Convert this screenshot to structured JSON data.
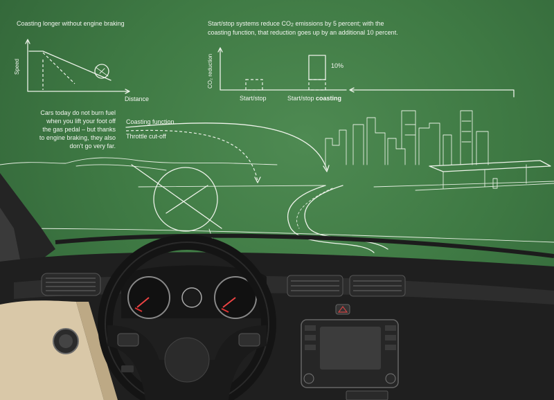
{
  "left_chart": {
    "title": "Coasting longer without engine braking",
    "y_label": "Speed",
    "x_label": "Distance"
  },
  "right_chart": {
    "headline_line1_a": "Start/stop systems reduce CO",
    "headline_sub": "2",
    "headline_line1_b": " emissions by 5 percent; with the",
    "headline_line2": "coasting function, that reduction goes up by an additional 10 percent.",
    "y_label": "CO₂ reduction",
    "bar_label_left": "Start/stop",
    "bar_label_right_a": "Start/stop ",
    "bar_label_right_b": "coasting",
    "percent_label": "10%"
  },
  "caption": {
    "line1": "Cars today do not burn fuel",
    "line2": "when you lift your foot off",
    "line3": "the gas pedal – but thanks",
    "line4": "to engine braking, they also",
    "line5": "don’t go very far."
  },
  "legend": {
    "coasting": "Coasting function",
    "throttle": "Throttle cut-off"
  },
  "chart_data": {
    "type": "bar",
    "categories": [
      "Start/stop",
      "Start/stop coasting"
    ],
    "values": [
      5,
      15
    ],
    "ylabel": "CO₂ reduction"
  },
  "colors": {
    "board": "#3f7a44",
    "chalk": "#eef3ea",
    "dashboard": "#1a1a1a",
    "trim": "#d9c8a8"
  }
}
